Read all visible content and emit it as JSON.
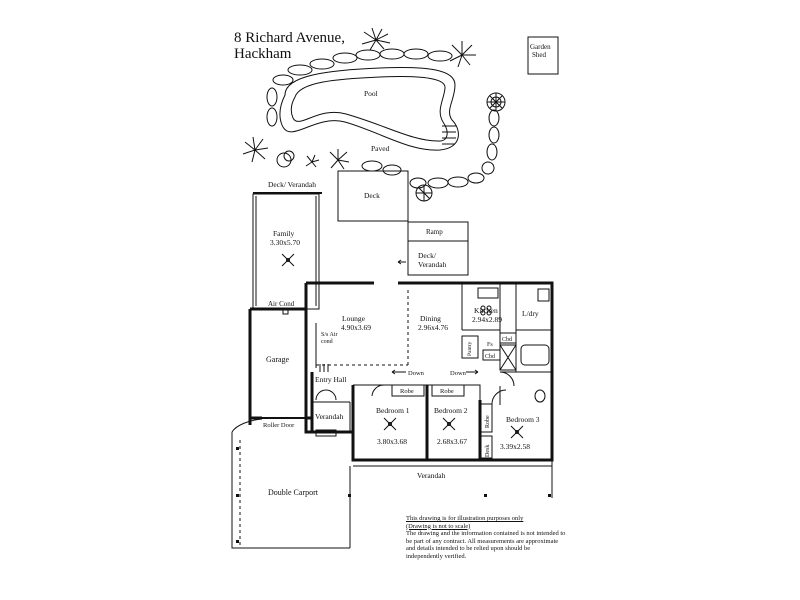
{
  "title": {
    "line1": "8 Richard Avenue,",
    "line2": "Hackham"
  },
  "labels": {
    "garden_shed": [
      "Garden",
      "Shed"
    ],
    "pool": "Pool",
    "paved": "Paved",
    "deck_verandah_top": "Deck/ Verandah",
    "deck": "Deck",
    "ramp": "Ramp",
    "deck_verandah": [
      "Deck/",
      "Verandah"
    ],
    "family": "Family",
    "family_size": "3.30x5.70",
    "air_cond": "Air Cond",
    "lounge": "Lounge",
    "lounge_size": "4.90x3.69",
    "sis_air": [
      "S/s Air",
      "cond"
    ],
    "dining": "Dining",
    "dining_size": "2.96x4.76",
    "kitchen": "Kitchen",
    "kitchen_size": "2.94x2.89",
    "laundry": "L/dry",
    "pantry": "Pantry",
    "fs": "Fs",
    "cbd1": "Cbd",
    "cbd2": "Cbd",
    "garage": "Garage",
    "entry_hall": "Entry Hall",
    "down1": "Down",
    "down2": "Down",
    "robe1": "Robe",
    "robe2": "Robe",
    "verandah_small": "Verandah",
    "roller_door": "Roller Door",
    "bedroom1": "Bedroom 1",
    "bedroom1_size": "3.80x3.68",
    "bedroom2": "Bedroom 2",
    "bedroom2_size": "2.68x3.67",
    "robe3": "Robe",
    "desk": "Desk",
    "bedroom3": "Bedroom 3",
    "bedroom3_size": "3.39x2.58",
    "verandah_bottom": "Verandah",
    "double_carport": "Double Carport"
  },
  "disclaimer": {
    "line1": "This drawing is for illustration purposes only",
    "line2": "(Drawing is not to scale)",
    "body": "The drawing and the information contained is not intended to be part of any contract.  All measurements are approximate and details intended to be relied upon should be independently verified."
  }
}
